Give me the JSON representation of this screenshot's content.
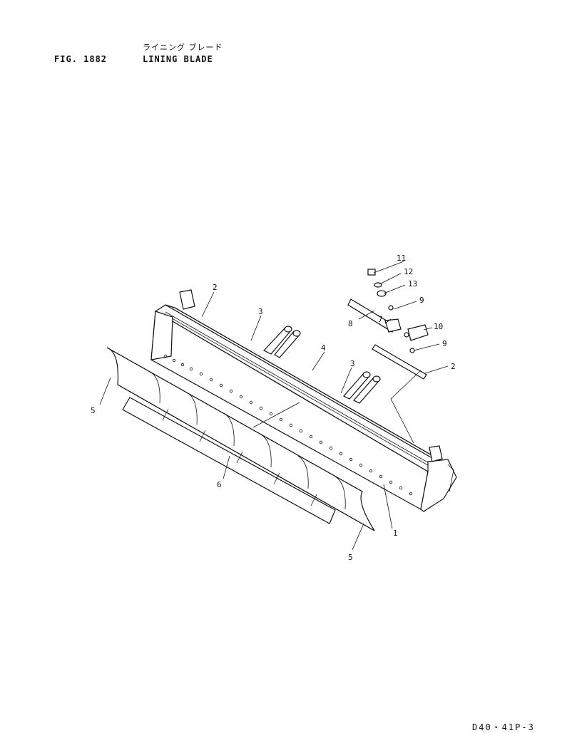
{
  "header": {
    "fig_label": "FIG. 1882",
    "title_jp": "ライニング ブレード",
    "title_en": "LINING BLADE"
  },
  "footer": {
    "page_code": "D40・41P-3"
  },
  "callouts": [
    "11",
    "12",
    "13",
    "9",
    "10",
    "9",
    "7",
    "8",
    "2",
    "2",
    "3",
    "3",
    "4",
    "5",
    "5",
    "6",
    "1"
  ]
}
